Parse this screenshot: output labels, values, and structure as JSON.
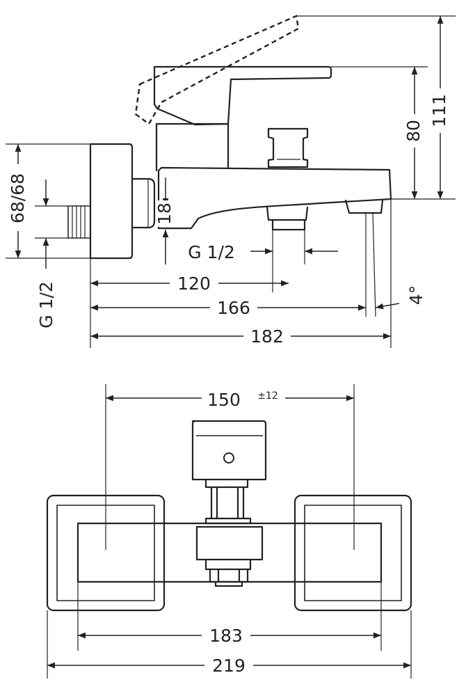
{
  "side_view": {
    "dims": {
      "d68": "68/68",
      "g_inlet": "G 1/2",
      "d18": "18",
      "g_outlet": "G 1/2",
      "d120": "120",
      "d166": "166",
      "d182": "182",
      "d80": "80",
      "d111": "111",
      "angle": "4°"
    }
  },
  "front_view": {
    "dims": {
      "d150": "150",
      "d150_tol": "±12",
      "d183": "183",
      "d219": "219"
    }
  }
}
